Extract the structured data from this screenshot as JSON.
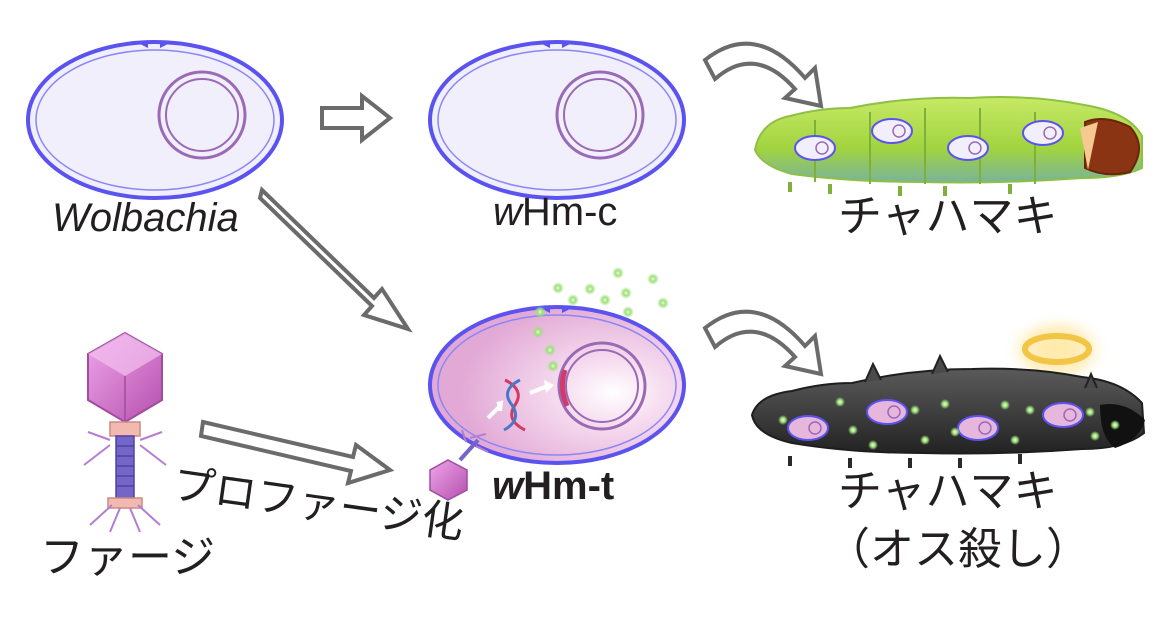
{
  "labels": {
    "wolbachia": "Wolbachia",
    "whm_c_prefix": "w",
    "whm_c_rest": "Hm-c",
    "whm_t_prefix": "w",
    "whm_t_rest": "Hm-t",
    "chahamaki_normal": "チャハマキ",
    "chahamaki_killed": "チャハマキ",
    "male_killing": "（オス殺し）",
    "phage": "ファージ",
    "prophage": "プロファージ化"
  },
  "icons": {
    "wolbachia_cell": "bacterium-cell-icon",
    "phage": "bacteriophage-icon",
    "caterpillar_healthy": "green-caterpillar-icon",
    "caterpillar_dead": "dark-caterpillar-icon",
    "halo": "halo-icon",
    "dna": "dna-helix-icon",
    "arrow": "hollow-arrow-icon"
  },
  "colors": {
    "membrane": "#5b53f0",
    "plasmid": "#9b6ab5",
    "cell_fill": "#f1effb",
    "infected_fill": "#e7b6dd",
    "caterpillar_green": "#a6d844",
    "caterpillar_dark": "#3f3f3f",
    "toxin_dot": "#8ad46a",
    "halo": "#f2c544",
    "arrow_outline": "#6b6b6b"
  }
}
